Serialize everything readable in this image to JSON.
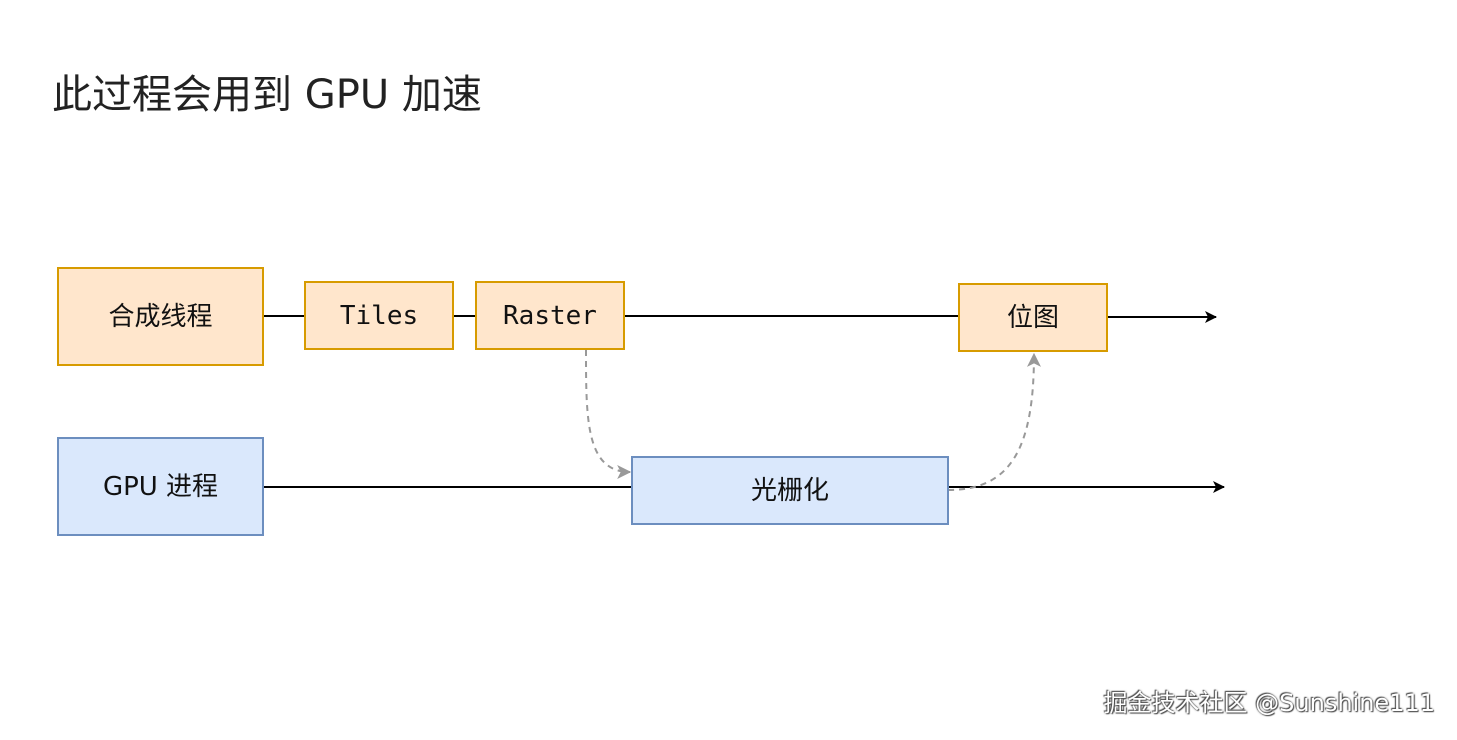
{
  "title": "此过程会用到 GPU 加速",
  "nodes": {
    "compositor_thread": "合成线程",
    "tiles": "Tiles",
    "raster": "Raster",
    "bitmap": "位图",
    "gpu_process": "GPU 进程",
    "rasterization": "光栅化"
  },
  "watermark": "掘金技术社区 @Sunshine111",
  "colors": {
    "orange_fill": "#ffe6cc",
    "orange_stroke": "#d79b00",
    "blue_fill": "#dae8fc",
    "blue_stroke": "#6c8ebf",
    "line": "#000000",
    "dashed": "#999999"
  }
}
